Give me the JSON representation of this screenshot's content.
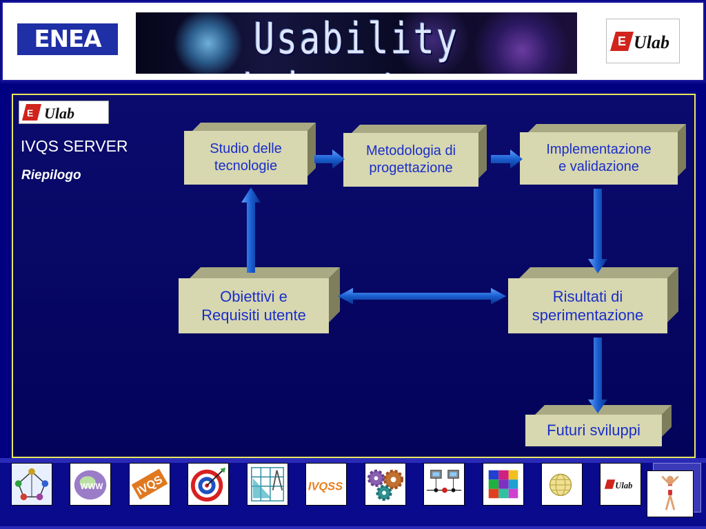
{
  "header": {
    "left_logo_text": "ENEA",
    "banner_title": "Usability Laboratory",
    "right_logo_text": "Ulab"
  },
  "main": {
    "mini_logo_text": "Ulab",
    "title": "IVQS SERVER",
    "subtitle": "Riepilogo"
  },
  "diagram": {
    "studio": "Studio delle\ntecnologie",
    "metodologia": "Metodologia di\nprogettazione",
    "implementazione": "Implementazione\ne validazione",
    "obiettivi": "Obiettivi e\nRequisiti utente",
    "risultati": "Risultati di\nsperimentazione",
    "futuri": "Futuri sviluppi"
  },
  "footer": {
    "tiles": [
      "network-icon",
      "www-globe-icon",
      "ivqs-logo-icon",
      "target-icon",
      "drawing-tools-icon",
      "ivqss-logo-icon",
      "gears-icon",
      "computers-network-icon",
      "puzzle-icon",
      "globe-icon",
      "ulab-logo-icon",
      "runner-icon"
    ],
    "tile_labels": {
      "www": "WWW",
      "ivqs": "IVQS",
      "ivqss": "IVQSS",
      "ulab": "Ulab"
    }
  },
  "colors": {
    "background": "#000080",
    "box_face": "#d7d7b0",
    "box_text": "#1a2ec8",
    "arrow": "#1a5fd0",
    "panel_border": "#e8e860"
  }
}
